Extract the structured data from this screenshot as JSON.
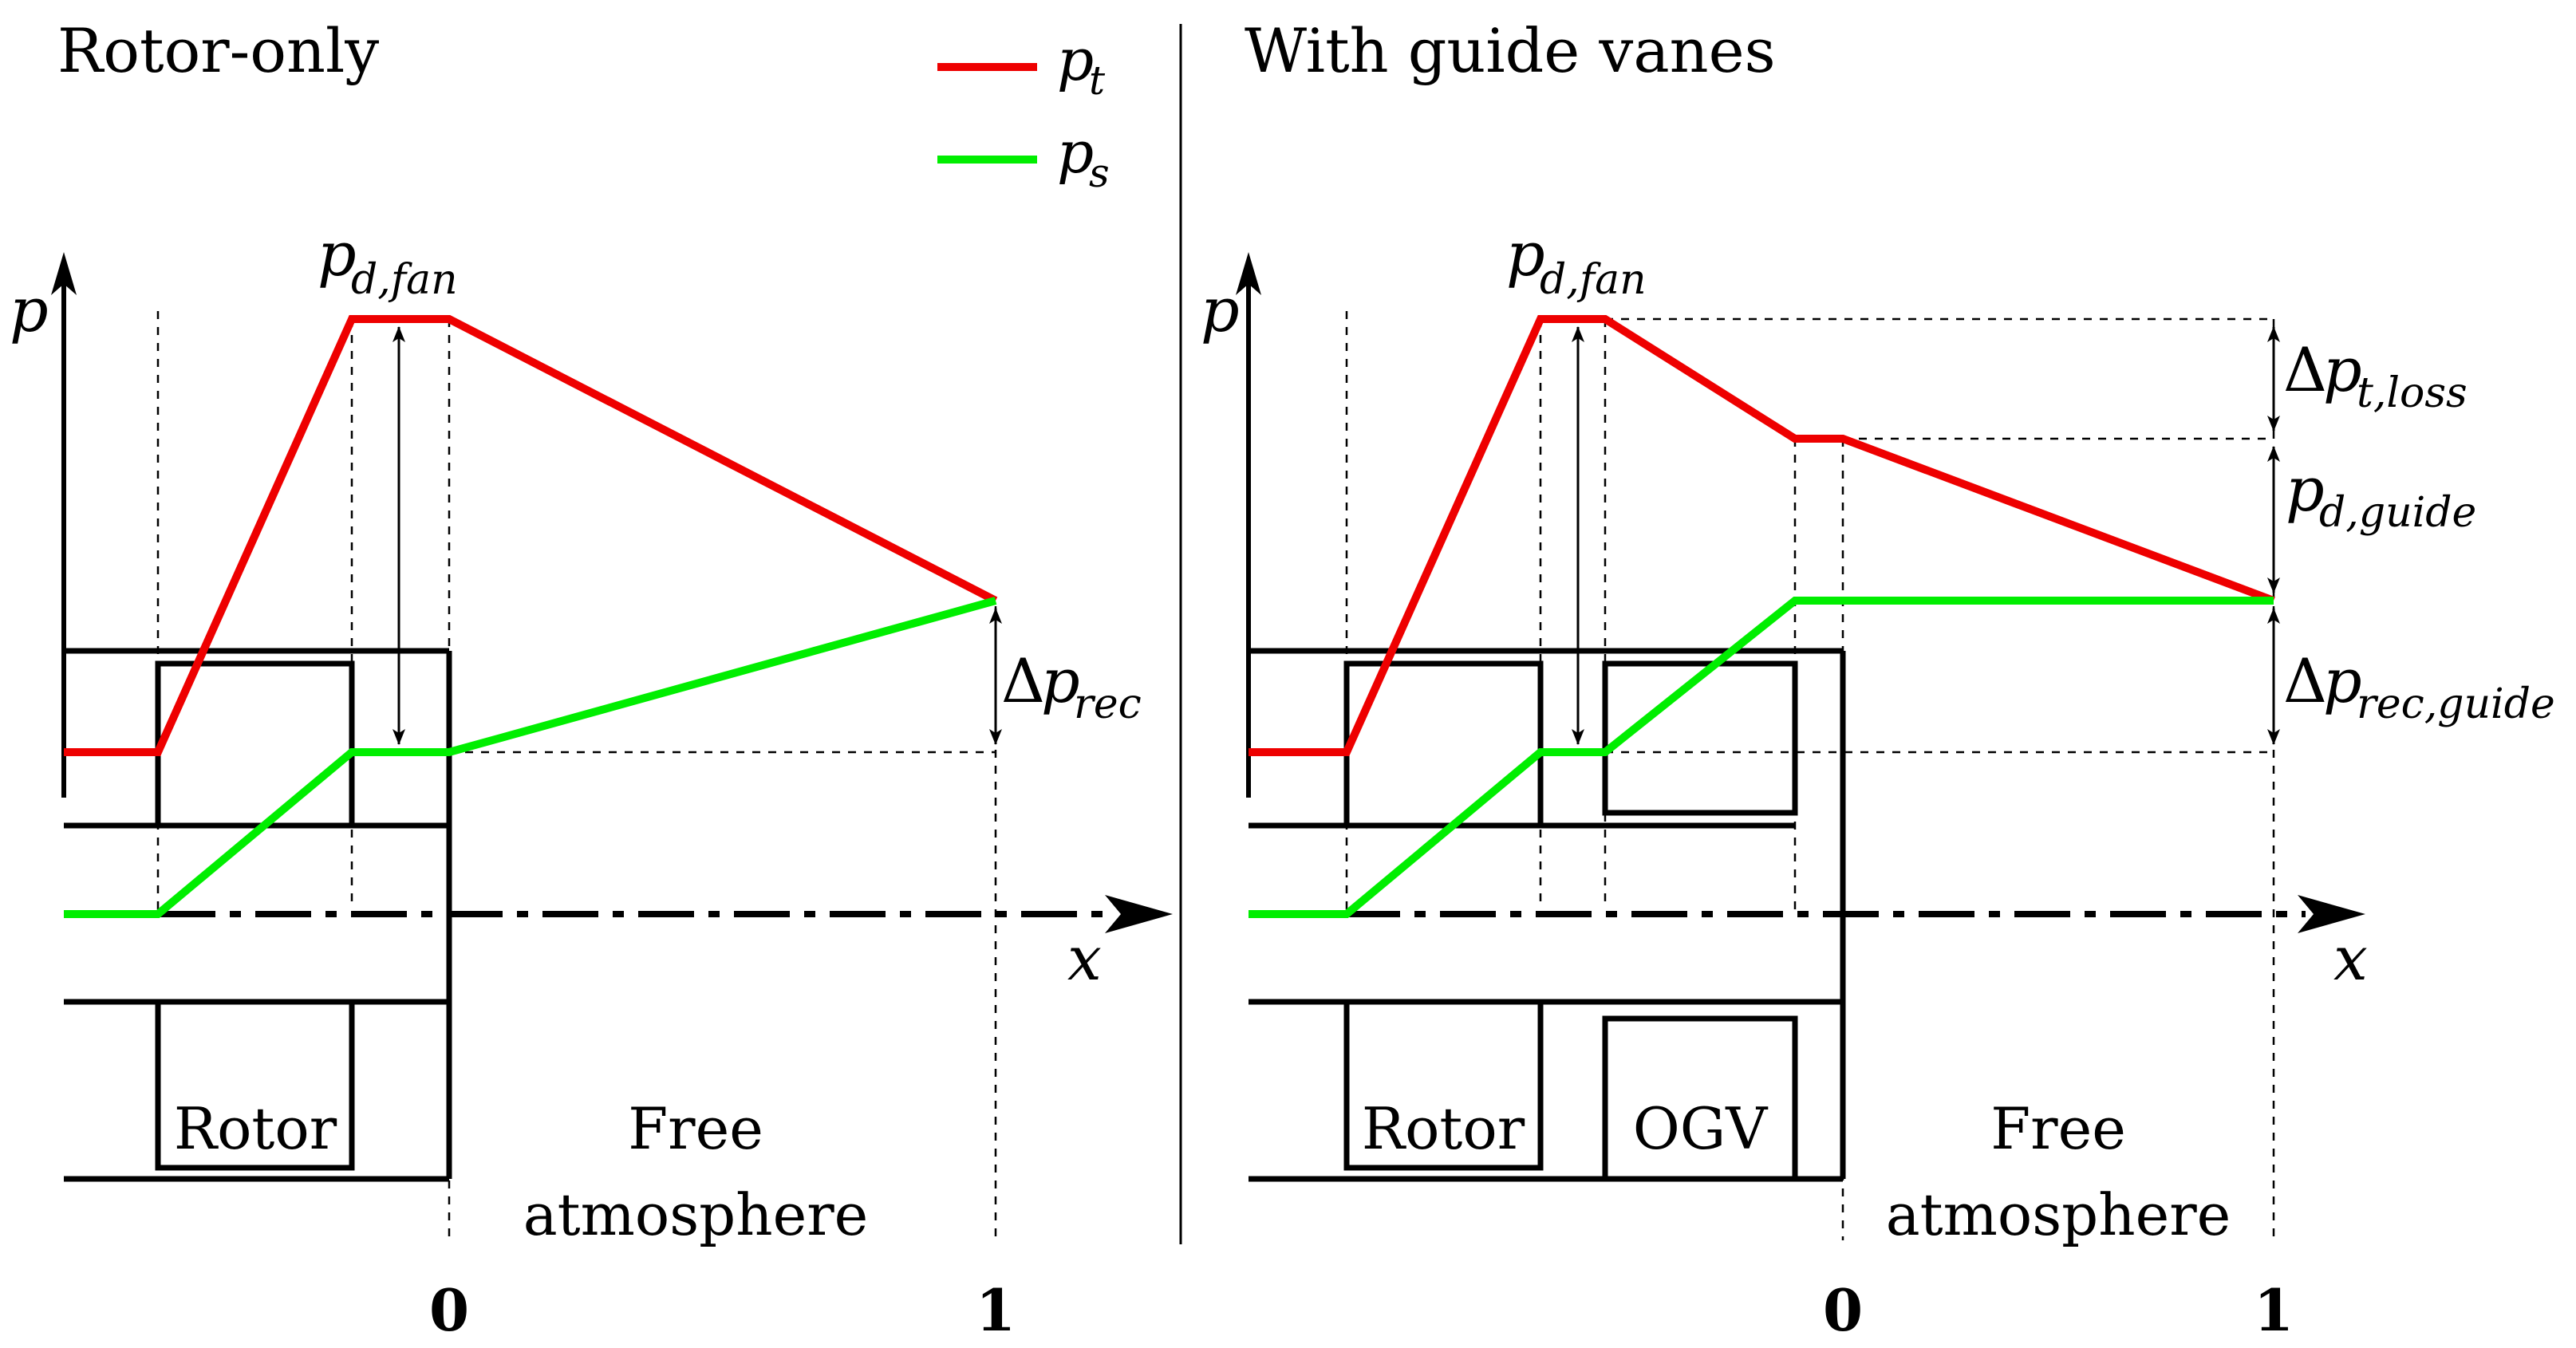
{
  "legend": {
    "total": {
      "symbol": "p",
      "sub": "t",
      "color": "#ee0000"
    },
    "static": {
      "symbol": "p",
      "sub": "s",
      "color": "#00ee00"
    }
  },
  "left_panel": {
    "title": "Rotor-only",
    "axis_y": "p",
    "axis_x": "x",
    "label_pd": {
      "symbol": "p",
      "sub": "d,fan"
    },
    "label_dprec": {
      "prefix": "Δ",
      "symbol": "p",
      "sub": "rec"
    },
    "rotor": "Rotor",
    "free_line1": "Free",
    "free_line2": "atmosphere",
    "tick_0": "0",
    "tick_1": "1"
  },
  "right_panel": {
    "title": "With guide vanes",
    "axis_y": "p",
    "axis_x": "x",
    "label_pd": {
      "symbol": "p",
      "sub": "d,fan"
    },
    "label_dptloss": {
      "prefix": "Δ",
      "symbol": "p",
      "sub": "t,loss"
    },
    "label_pdguide": {
      "symbol": "p",
      "sub": "d,guide"
    },
    "label_dprecguide": {
      "prefix": "Δ",
      "symbol": "p",
      "sub": "rec,guide"
    },
    "rotor": "Rotor",
    "ogv": "OGV",
    "free_line1": "Free",
    "free_line2": "atmosphere",
    "tick_0": "0",
    "tick_1": "1"
  }
}
